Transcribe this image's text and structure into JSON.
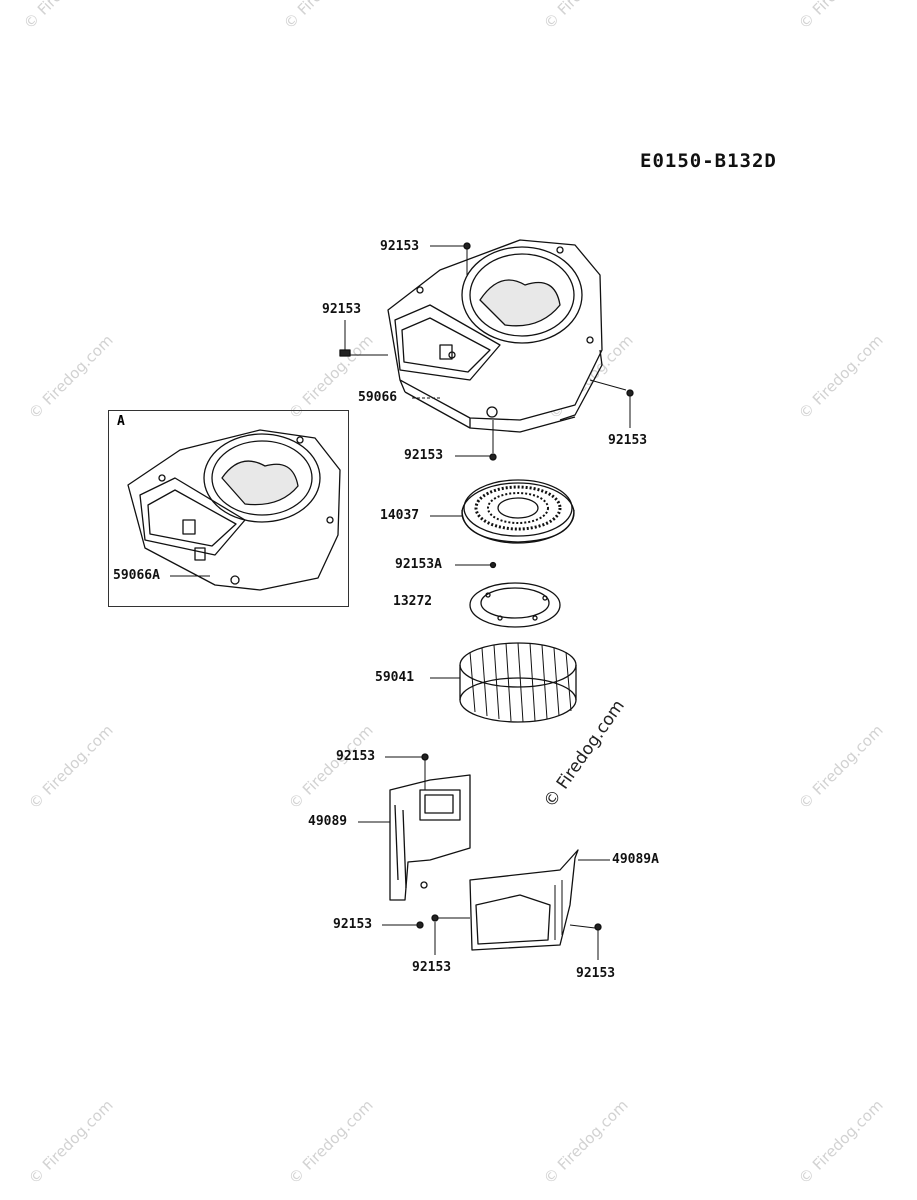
{
  "diagram_code": "E0150-B132D",
  "inset_label": "A",
  "watermark_text": "© Firedog.com",
  "part_labels": {
    "p92153_top": "92153",
    "p92153_left": "92153",
    "p59066": "59066",
    "p92153_right": "92153",
    "p92153_bottom": "92153",
    "p14037": "14037",
    "p92153A": "92153A",
    "p13272": "13272",
    "p59041": "59041",
    "p59066A": "59066A",
    "p92153_shield_top": "92153",
    "p49089": "49089",
    "p49089A": "49089A",
    "p92153_shield_low": "92153",
    "p92153_shieldA_left": "92153",
    "p92153_shieldA_right": "92153"
  }
}
